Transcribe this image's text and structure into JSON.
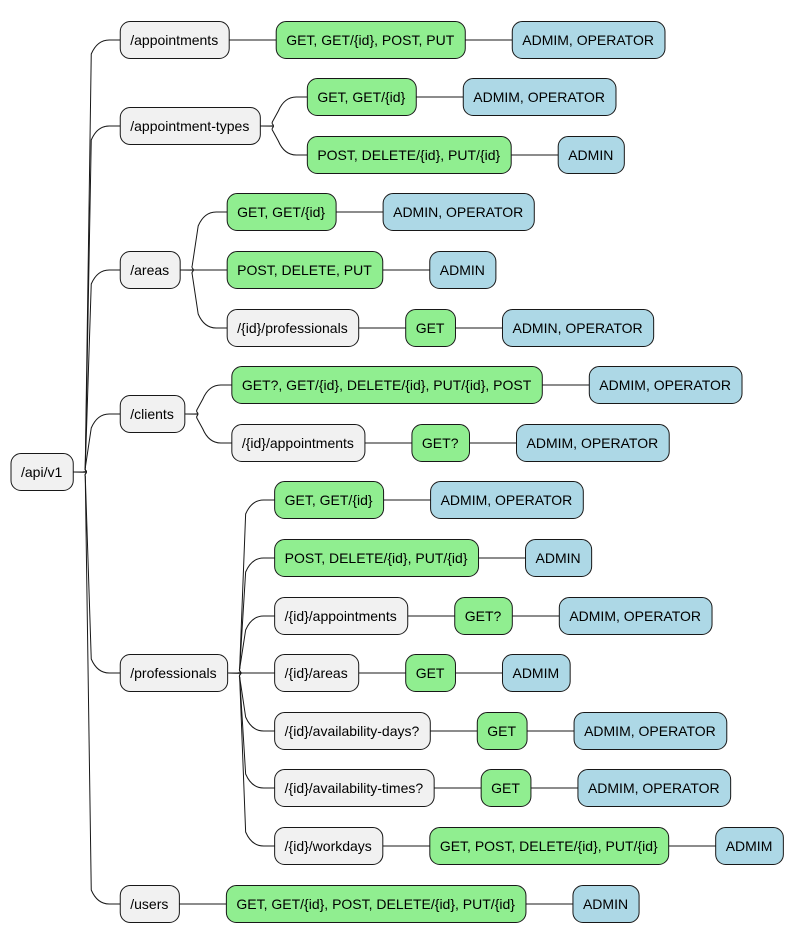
{
  "colors": {
    "path_fill": "#f1f1f1",
    "method_fill": "#90ee90",
    "role_fill": "#add8e6",
    "stroke": "#181818",
    "edge": "#181818"
  },
  "root": {
    "label": "/api/v1",
    "children": [
      {
        "kind": "path",
        "label": "/appointments",
        "children": [
          {
            "kind": "method",
            "label": "GET, GET/{id}, POST, PUT",
            "children": [
              {
                "kind": "role",
                "label": "ADMIM, OPERATOR"
              }
            ]
          }
        ]
      },
      {
        "kind": "path",
        "label": "/appointment-types",
        "children": [
          {
            "kind": "method",
            "label": "GET, GET/{id}",
            "children": [
              {
                "kind": "role",
                "label": "ADMIM, OPERATOR"
              }
            ]
          },
          {
            "kind": "method",
            "label": "POST, DELETE/{id}, PUT/{id}",
            "children": [
              {
                "kind": "role",
                "label": "ADMIN"
              }
            ]
          }
        ]
      },
      {
        "kind": "path",
        "label": "/areas",
        "children": [
          {
            "kind": "method",
            "label": "GET, GET/{id}",
            "children": [
              {
                "kind": "role",
                "label": "ADMIN, OPERATOR"
              }
            ]
          },
          {
            "kind": "method",
            "label": "POST, DELETE, PUT",
            "children": [
              {
                "kind": "role",
                "label": "ADMIN"
              }
            ]
          },
          {
            "kind": "path",
            "label": "/{id}/professionals",
            "children": [
              {
                "kind": "method",
                "label": "GET",
                "children": [
                  {
                    "kind": "role",
                    "label": "ADMIN, OPERATOR"
                  }
                ]
              }
            ]
          }
        ]
      },
      {
        "kind": "path",
        "label": "/clients",
        "children": [
          {
            "kind": "method",
            "label": "GET?, GET/{id}, DELETE/{id}, PUT/{id}, POST",
            "children": [
              {
                "kind": "role",
                "label": "ADMIM, OPERATOR"
              }
            ]
          },
          {
            "kind": "path",
            "label": "/{id}/appointments",
            "children": [
              {
                "kind": "method",
                "label": "GET?",
                "children": [
                  {
                    "kind": "role",
                    "label": "ADMIM, OPERATOR"
                  }
                ]
              }
            ]
          }
        ]
      },
      {
        "kind": "path",
        "label": "/professionals",
        "children": [
          {
            "kind": "method",
            "label": "GET, GET/{id}",
            "children": [
              {
                "kind": "role",
                "label": "ADMIM, OPERATOR"
              }
            ]
          },
          {
            "kind": "method",
            "label": "POST, DELETE/{id}, PUT/{id}",
            "children": [
              {
                "kind": "role",
                "label": "ADMIN"
              }
            ]
          },
          {
            "kind": "path",
            "label": "/{id}/appointments",
            "children": [
              {
                "kind": "method",
                "label": "GET?",
                "children": [
                  {
                    "kind": "role",
                    "label": "ADMIM, OPERATOR"
                  }
                ]
              }
            ]
          },
          {
            "kind": "path",
            "label": "/{id}/areas",
            "children": [
              {
                "kind": "method",
                "label": "GET",
                "children": [
                  {
                    "kind": "role",
                    "label": "ADMIM"
                  }
                ]
              }
            ]
          },
          {
            "kind": "path",
            "label": "/{id}/availability-days?",
            "children": [
              {
                "kind": "method",
                "label": "GET",
                "children": [
                  {
                    "kind": "role",
                    "label": "ADMIM, OPERATOR"
                  }
                ]
              }
            ]
          },
          {
            "kind": "path",
            "label": "/{id}/availability-times?",
            "children": [
              {
                "kind": "method",
                "label": "GET",
                "children": [
                  {
                    "kind": "role",
                    "label": "ADMIM, OPERATOR"
                  }
                ]
              }
            ]
          },
          {
            "kind": "path",
            "label": "/{id}/workdays",
            "children": [
              {
                "kind": "method",
                "label": "GET, POST, DELETE/{id}, PUT/{id}",
                "children": [
                  {
                    "kind": "role",
                    "label": "ADMIM"
                  }
                ]
              }
            ]
          }
        ]
      },
      {
        "kind": "path",
        "label": "/users",
        "children": [
          {
            "kind": "method",
            "label": "GET, GET/{id}, POST, DELETE/{id}, PUT/{id}",
            "children": [
              {
                "kind": "role",
                "label": "ADMIN"
              }
            ]
          }
        ]
      }
    ]
  }
}
